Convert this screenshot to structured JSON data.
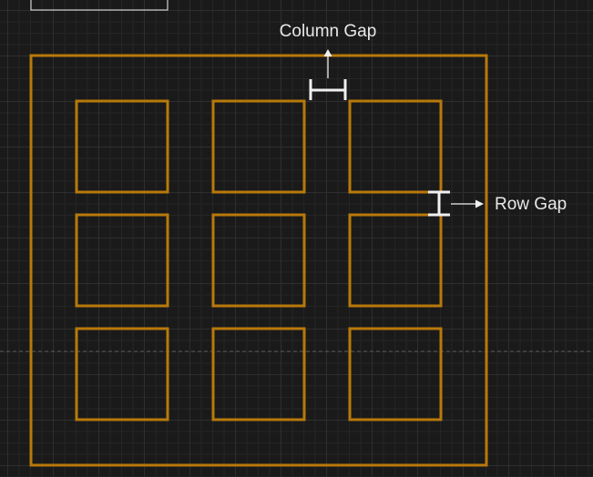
{
  "labels": {
    "column_gap": "Column Gap",
    "row_gap": "Row Gap"
  },
  "grid": {
    "rows": 3,
    "columns": 3
  },
  "colors": {
    "background": "#1a1a1a",
    "container_stroke": "#b8790a",
    "item_stroke": "#b8790a",
    "marker": "#f0f0f0",
    "text": "#e8e8e8",
    "dashed_guide": "#5a5a5a"
  }
}
